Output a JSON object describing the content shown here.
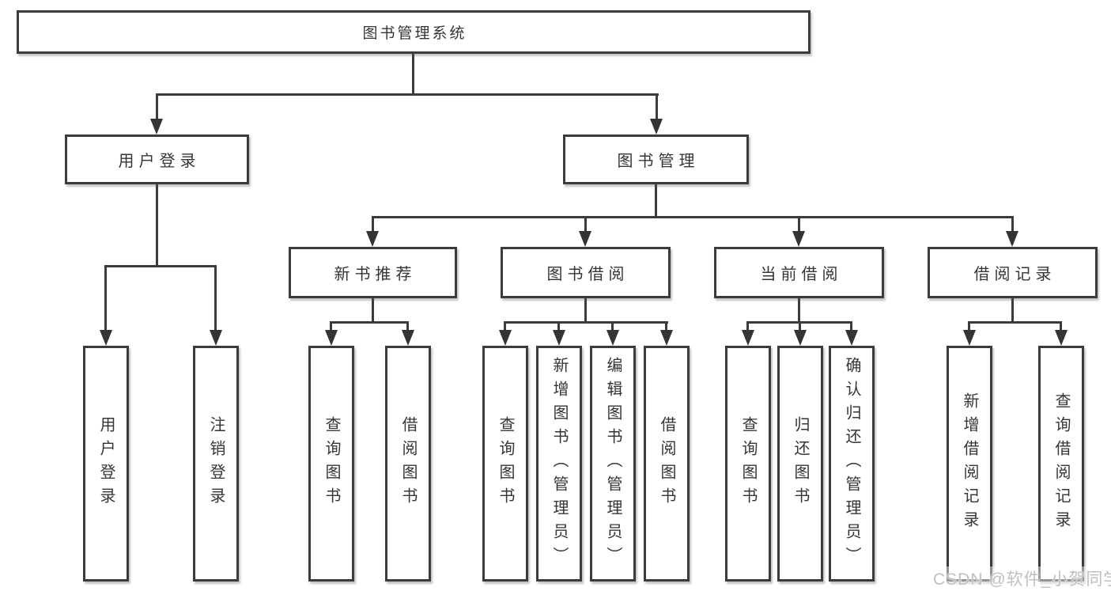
{
  "diagram": {
    "root": "图书管理系统",
    "branches": {
      "user_login": {
        "label": "用户登录",
        "children": [
          "用户登录",
          "注销登录"
        ]
      },
      "book_mgmt": {
        "label": "图书管理"
      }
    },
    "book_mgmt_sections": [
      {
        "label": "新书推荐",
        "children": [
          "查询图书",
          "借阅图书"
        ]
      },
      {
        "label": "图书借阅",
        "children": [
          "查询图书",
          "新增图书（管理员）",
          "编辑图书（管理员）",
          "借阅图书"
        ]
      },
      {
        "label": "当前借阅",
        "children": [
          "查询图书",
          "归还图书",
          "确认归还（管理员）"
        ]
      },
      {
        "label": "借阅记录",
        "children": [
          "新增借阅记录",
          "查询借阅记录"
        ]
      }
    ]
  },
  "watermark": "CSDN @软件_小贺同学",
  "colors": {
    "line": "#3b3b3b",
    "text": "#353535",
    "background": "#ffffff",
    "watermark": "#bfbfbf"
  }
}
